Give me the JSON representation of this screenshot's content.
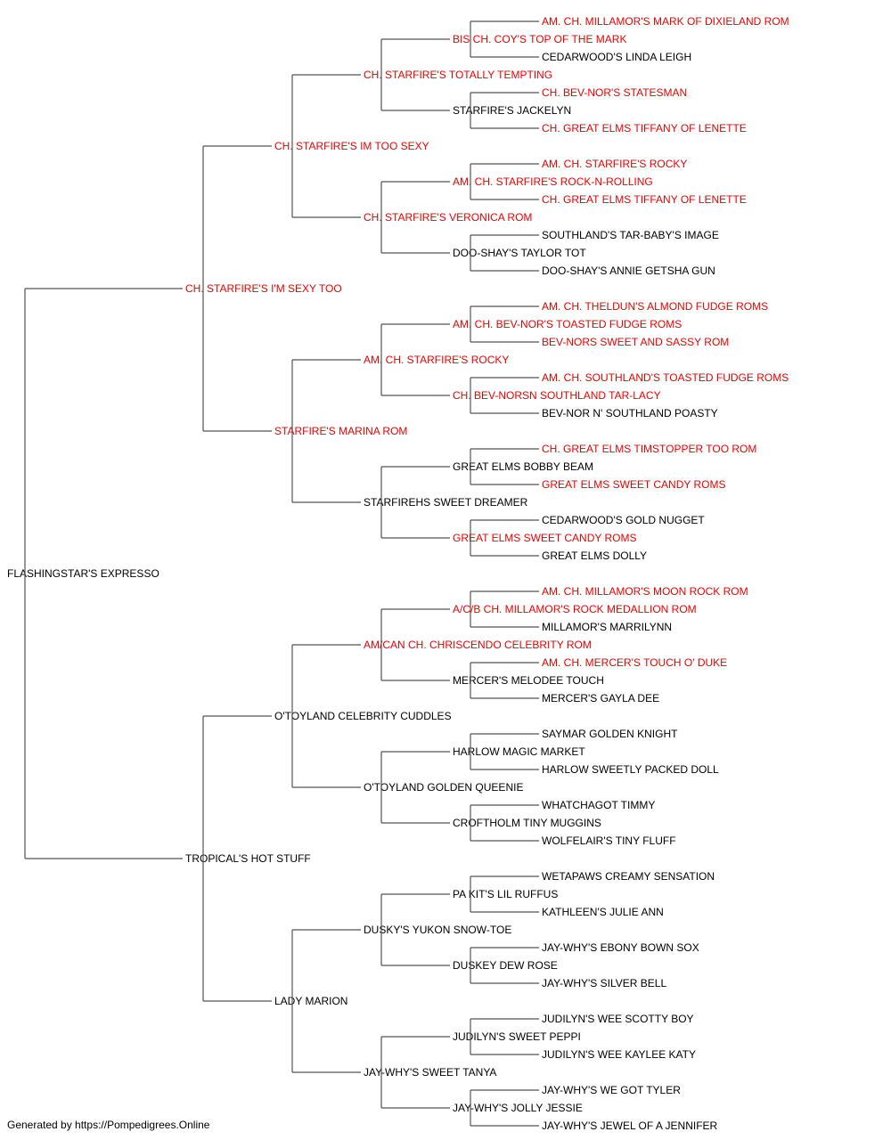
{
  "colors": {
    "champion": "#ee0000",
    "normal": "#000000",
    "line": "#555555"
  },
  "pedigree": {
    "name": "FLASHINGSTAR'S EXPRESSO",
    "ch": false,
    "sire": {
      "name": "CH. STARFIRE'S I'M SEXY TOO",
      "ch": true,
      "sire": {
        "name": "CH. STARFIRE'S IM TOO SEXY",
        "ch": true,
        "sire": {
          "name": "CH. STARFIRE'S TOTALLY TEMPTING",
          "ch": true,
          "sire": {
            "name": "BIS CH. COY'S TOP OF THE MARK",
            "ch": true,
            "sire": {
              "name": "AM. CH. MILLAMOR'S MARK OF DIXIELAND ROM",
              "ch": true
            },
            "dam": {
              "name": "CEDARWOOD'S LINDA LEIGH",
              "ch": false
            }
          },
          "dam": {
            "name": "STARFIRE'S JACKELYN",
            "ch": false,
            "sire": {
              "name": "CH. BEV-NOR'S STATESMAN",
              "ch": true
            },
            "dam": {
              "name": "CH. GREAT ELMS TIFFANY OF LENETTE",
              "ch": true
            }
          }
        },
        "dam": {
          "name": "CH. STARFIRE'S VERONICA ROM",
          "ch": true,
          "sire": {
            "name": "AM. CH. STARFIRE'S ROCK-N-ROLLING",
            "ch": true,
            "sire": {
              "name": "AM. CH. STARFIRE'S ROCKY",
              "ch": true
            },
            "dam": {
              "name": "CH. GREAT ELMS TIFFANY OF LENETTE",
              "ch": true
            }
          },
          "dam": {
            "name": "DOO-SHAY'S TAYLOR TOT",
            "ch": false,
            "sire": {
              "name": "SOUTHLAND'S TAR-BABY'S IMAGE",
              "ch": false
            },
            "dam": {
              "name": "DOO-SHAY'S ANNIE GETSHA GUN",
              "ch": false
            }
          }
        }
      },
      "dam": {
        "name": "STARFIRE'S MARINA ROM",
        "ch": true,
        "sire": {
          "name": "AM. CH. STARFIRE'S ROCKY",
          "ch": true,
          "sire": {
            "name": "AM. CH. BEV-NOR'S TOASTED FUDGE ROMS",
            "ch": true,
            "sire": {
              "name": "AM. CH. THELDUN'S ALMOND FUDGE ROMS",
              "ch": true
            },
            "dam": {
              "name": "BEV-NORS SWEET AND SASSY ROM",
              "ch": true
            }
          },
          "dam": {
            "name": "CH. BEV-NORSN SOUTHLAND TAR-LACY",
            "ch": true,
            "sire": {
              "name": "AM. CH. SOUTHLAND'S TOASTED FUDGE ROMS",
              "ch": true
            },
            "dam": {
              "name": "BEV-NOR N' SOUTHLAND POASTY",
              "ch": false
            }
          }
        },
        "dam": {
          "name": "STARFIREHS SWEET DREAMER",
          "ch": false,
          "sire": {
            "name": "GREAT ELMS BOBBY BEAM",
            "ch": false,
            "sire": {
              "name": "CH. GREAT ELMS TIMSTOPPER TOO ROM",
              "ch": true
            },
            "dam": {
              "name": "GREAT ELMS SWEET CANDY ROMS",
              "ch": true
            }
          },
          "dam": {
            "name": "GREAT ELMS SWEET CANDY ROMS",
            "ch": true,
            "sire": {
              "name": "CEDARWOOD'S GOLD NUGGET",
              "ch": false
            },
            "dam": {
              "name": "GREAT ELMS DOLLY",
              "ch": false
            }
          }
        }
      }
    },
    "dam": {
      "name": "TROPICAL'S HOT STUFF",
      "ch": false,
      "sire": {
        "name": "O'TOYLAND CELEBRITY CUDDLES",
        "ch": false,
        "sire": {
          "name": "AM/CAN CH. CHRISCENDO CELEBRITY ROM",
          "ch": true,
          "sire": {
            "name": "A/C/B CH. MILLAMOR'S ROCK MEDALLION ROM",
            "ch": true,
            "sire": {
              "name": "AM. CH. MILLAMOR'S MOON ROCK ROM",
              "ch": true
            },
            "dam": {
              "name": "MILLAMOR'S MARRILYNN",
              "ch": false
            }
          },
          "dam": {
            "name": "MERCER'S MELODEE TOUCH",
            "ch": false,
            "sire": {
              "name": "AM. CH. MERCER'S TOUCH O' DUKE",
              "ch": true
            },
            "dam": {
              "name": "MERCER'S GAYLA DEE",
              "ch": false
            }
          }
        },
        "dam": {
          "name": "O'TOYLAND GOLDEN QUEENIE",
          "ch": false,
          "sire": {
            "name": "HARLOW MAGIC MARKET",
            "ch": false,
            "sire": {
              "name": "SAYMAR GOLDEN KNIGHT",
              "ch": false
            },
            "dam": {
              "name": "HARLOW SWEETLY PACKED DOLL",
              "ch": false
            }
          },
          "dam": {
            "name": "CROFTHOLM TINY MUGGINS",
            "ch": false,
            "sire": {
              "name": "WHATCHAGOT TIMMY",
              "ch": false
            },
            "dam": {
              "name": "WOLFELAIR'S TINY FLUFF",
              "ch": false
            }
          }
        }
      },
      "dam": {
        "name": "LADY MARION",
        "ch": false,
        "sire": {
          "name": "DUSKY'S YUKON SNOW-TOE",
          "ch": false,
          "sire": {
            "name": "PA KIT'S LIL RUFFUS",
            "ch": false,
            "sire": {
              "name": "WETAPAWS CREAMY SENSATION",
              "ch": false
            },
            "dam": {
              "name": "KATHLEEN'S JULIE ANN",
              "ch": false
            }
          },
          "dam": {
            "name": "DUSKEY DEW ROSE",
            "ch": false,
            "sire": {
              "name": "JAY-WHY'S EBONY BOWN SOX",
              "ch": false
            },
            "dam": {
              "name": "JAY-WHY'S SILVER BELL",
              "ch": false
            }
          }
        },
        "dam": {
          "name": "JAY-WHY'S SWEET TANYA",
          "ch": false,
          "sire": {
            "name": "JUDILYN'S SWEET PEPPI",
            "ch": false,
            "sire": {
              "name": "JUDILYN'S WEE SCOTTY BOY",
              "ch": false
            },
            "dam": {
              "name": "JUDILYN'S WEE KAYLEE KATY",
              "ch": false
            }
          },
          "dam": {
            "name": "JAY-WHY'S JOLLY JESSIE",
            "ch": false,
            "sire": {
              "name": "JAY-WHY'S WE GOT TYLER",
              "ch": false
            },
            "dam": {
              "name": "JAY-WHY'S JEWEL OF A JENNIFER",
              "ch": false
            }
          }
        }
      }
    }
  },
  "footer": "Generated by https://Pompedigrees.Online"
}
